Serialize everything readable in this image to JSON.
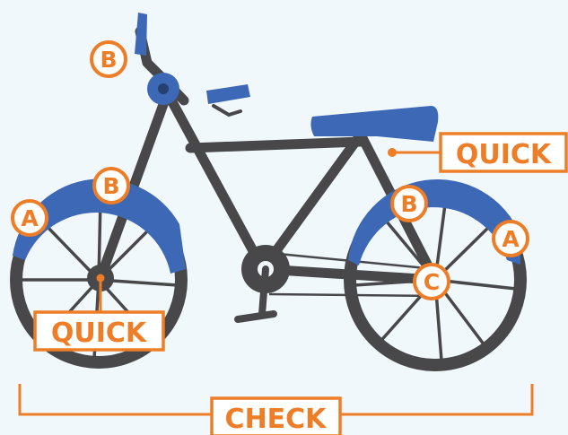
{
  "colors": {
    "background": "#f1f8fc",
    "frame": "#48484a",
    "accent_blue": "#3d68b5",
    "callout_orange": "#ee7d27",
    "label_fill": "#ffffff"
  },
  "callouts": {
    "handlebar_b": "B",
    "front_fender_a": "A",
    "front_fender_b": "B",
    "rear_fender_b": "B",
    "rear_fender_a": "A",
    "chain_c": "C"
  },
  "boxes": {
    "seat_quick": "QUICK",
    "front_hub_quick": "QUICK",
    "check": "CHECK"
  }
}
